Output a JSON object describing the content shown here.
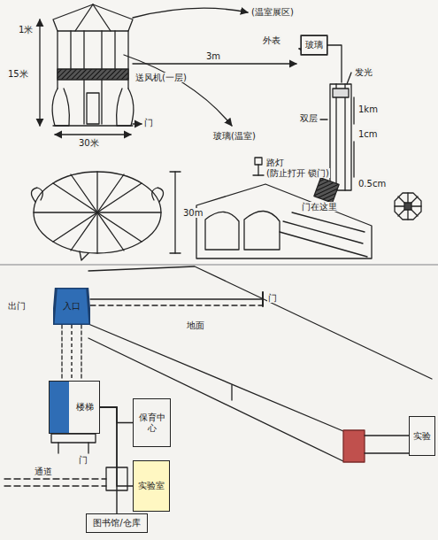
{
  "diagram": {
    "nodes": [
      {
        "text": [
          "玻璃"
        ]
      },
      {
        "text": [
          "入口"
        ]
      },
      {
        "text": [
          "楼梯"
        ]
      },
      {
        "text": [
          "保育中心"
        ]
      },
      {
        "text": [
          "实验"
        ]
      },
      {
        "text": [
          "实验室"
        ]
      },
      {
        "text": [
          "图书馆/仓库"
        ]
      }
    ],
    "edges": [
      {
        "from": 1,
        "to": 2,
        "arrow": "none"
      },
      {
        "from": 2,
        "to": 3,
        "arrow": "none"
      },
      {
        "from": 2,
        "to": 5,
        "arrow": "none"
      },
      {
        "from": 2,
        "to": 6,
        "arrow": "none"
      }
    ],
    "labels": [
      "(温室展区)",
      "15米",
      "30米",
      "门",
      "送风机(一层)",
      "玻璃(温室)",
      "3m",
      "外表",
      "发光",
      "1km",
      "1cm",
      "0.5cm",
      "双层",
      "30m",
      "路灯",
      "(防止打开 锁门)",
      "门在这里",
      "出门",
      "地面",
      "门",
      "通道",
      "门",
      "1米"
    ]
  }
}
